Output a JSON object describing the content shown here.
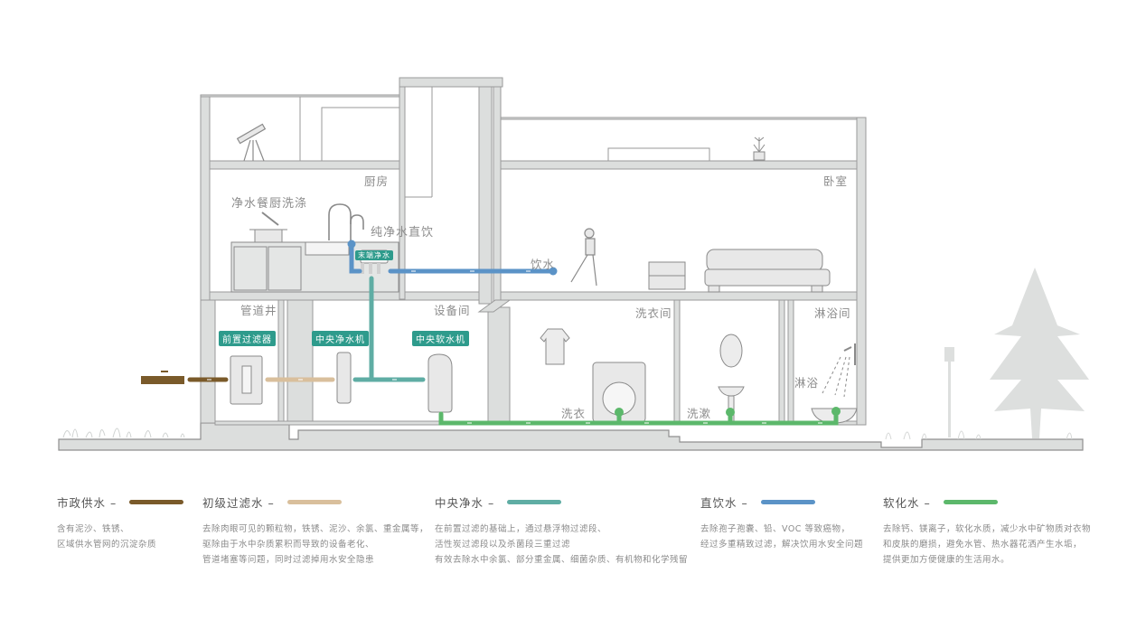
{
  "colors": {
    "municipal": "#7a5a2a",
    "primary_filtered": "#d9bf9c",
    "central_purified": "#5fada4",
    "direct_drink": "#5b93c7",
    "softened": "#5cb86b",
    "tag_bg": "#2e9b8c",
    "wall": "#dcdedd",
    "wall_line": "#9a9a9a"
  },
  "rooms": {
    "kitchen": "厨房",
    "bedroom": "卧室",
    "pipe_well": "管道井",
    "equipment_room": "设备间",
    "laundry_room": "洗衣间",
    "shower_room": "淋浴间"
  },
  "annotations": {
    "kitchen_wash": "净水餐厨洗涤",
    "pure_direct_drink": "纯净水直饮",
    "drinking": "饮水",
    "laundry": "洗衣",
    "washing_up": "洗漱",
    "shower": "淋浴"
  },
  "devices": {
    "point_of_use": "末端净水",
    "pre_filter": "前置过滤器",
    "central_purifier": "中央净水机",
    "central_softener": "中央软水机"
  },
  "legend": [
    {
      "title": "市政供水 –",
      "color": "#7a5a2a",
      "lines": [
        "含有泥沙、铁锈、",
        "区域供水管网的沉淀杂质"
      ]
    },
    {
      "title": "初级过滤水 –",
      "color": "#d9bf9c",
      "lines": [
        "去除肉眼可见的颗粒物，铁锈、泥沙、余氯、重金属等，",
        "驱除由于水中杂质累积而导致的设备老化、",
        "管道堵塞等问题，同时过滤掉用水安全隐患"
      ]
    },
    {
      "title": "中央净水 –",
      "color": "#5fada4",
      "lines": [
        "在前置过滤的基础上，通过悬浮物过滤段、",
        "活性炭过滤段以及杀菌段三重过滤",
        "有效去除水中余氯、部分重金属、细菌杂质、有机物和化学残留"
      ]
    },
    {
      "title": "直饮水 –",
      "color": "#5b93c7",
      "lines": [
        "去除孢子孢囊、铅、VOC 等致癌物，",
        "经过多重精致过滤，解决饮用水安全问题"
      ]
    },
    {
      "title": "软化水 –",
      "color": "#5cb86b",
      "lines": [
        "去除钙、镁离子，软化水质，减少水中矿物质对衣物",
        "和皮肤的磨损，避免水管、热水器花洒产生水垢，",
        "提供更加方便健康的生活用水。"
      ]
    }
  ]
}
